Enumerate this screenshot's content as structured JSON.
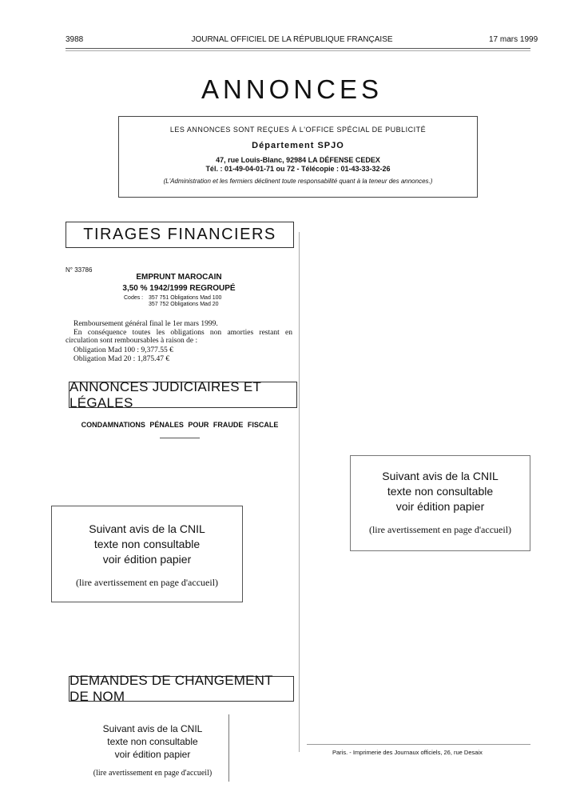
{
  "header": {
    "page_number": "3988",
    "journal_title": "JOURNAL OFFICIEL DE LA RÉPUBLIQUE FRANÇAISE",
    "date": "17 mars 1999"
  },
  "annonces": {
    "title": "ANNONCES",
    "line1": "LES ANNONCES SONT REÇUES À L'OFFICE SPÉCIAL DE PUBLICITÉ",
    "department": "Département SPJO",
    "address": "47, rue Louis-Blanc, 92984 LA DÉFENSE CEDEX",
    "phone": "Tél. : 01-49-04-01-71 ou 72 - Télécopie : 01-43-33-32-26",
    "disclaimer": "(L'Administration et les fermiers déclinent toute responsabilité quant à la teneur des annonces.)"
  },
  "tirages": {
    "heading": "TIRAGES FINANCIERS",
    "notice_number": "N° 33786",
    "title1": "EMPRUNT MAROCAIN",
    "title2": "3,50 % 1942/1999 REGROUPÉ",
    "codes_label": "Codes :",
    "code1": "357 751 Obligations Mad 100",
    "code2": "357 752 Obligations Mad 20",
    "body1": "Remboursement général final le 1er mars 1999.",
    "body2": "En conséquence toutes les obligations non amorties restant en circulation sont remboursables à raison de :",
    "oblig1": "Obligation Mad 100 : 9,377.55 €",
    "oblig2": "Obligation Mad 20 : 1,875.47 €"
  },
  "judiciaires": {
    "heading": "ANNONCES JUDICIAIRES ET LÉGALES",
    "subheading": "CONDAMNATIONS PÉNALES POUR FRAUDE FISCALE"
  },
  "cnil": {
    "line1": "Suivant avis de la CNIL",
    "line2": "texte non consultable",
    "line3": "voir édition papier",
    "note": "(lire avertissement en page d'accueil)"
  },
  "demandes": {
    "heading": "DEMANDES DE CHANGEMENT DE NOM"
  },
  "footer": {
    "imprint": "Paris. - Imprimerie des Journaux officiels, 26, rue Desaix"
  }
}
